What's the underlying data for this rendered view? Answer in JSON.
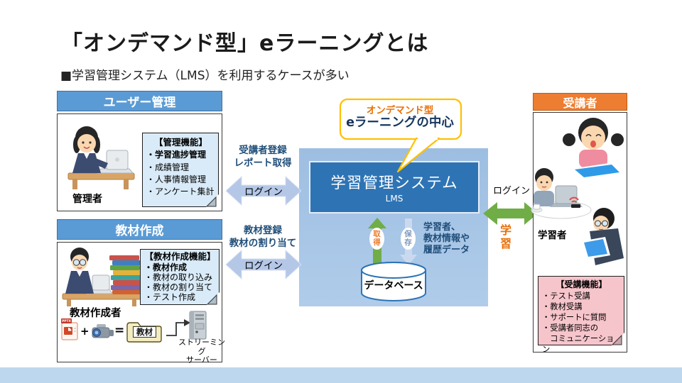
{
  "slide": {
    "title": "「オンデマンド型」eラーニングとは",
    "subtitle": "■学習管理システム（LMS）を利用するケースが多い"
  },
  "user_management": {
    "header": "ユーザー管理",
    "person_label": "管理者",
    "note_title": "【管理機能】",
    "note_items": [
      "・学習進捗管理",
      "・成績管理",
      "・人事情報管理",
      "・アンケート集計"
    ]
  },
  "content_creation": {
    "header": "教材作成",
    "person_label": "教材作成者",
    "note_title": "【教材作成機能】",
    "note_items": [
      "・教材作成",
      "・教材の取り込み",
      "・教材の割り当て",
      "・テスト作成"
    ],
    "file_badge": "PPTX",
    "plus_sign": "+",
    "equals_sign": "=",
    "folder_label": "教材",
    "server_label_line1": "ストリーミング",
    "server_label_line2": "サーバー"
  },
  "center": {
    "callout_line1": "オンデマンド型",
    "callout_line2": "eラーニングの中心",
    "lms_title": "学習管理システム",
    "lms_subtitle": "LMS",
    "fetch_label": "取得",
    "save_label": "保存",
    "data_desc_line1": "学習者、",
    "data_desc_line2": "教材情報や",
    "data_desc_line3": "履歴データ",
    "database_label": "データベース"
  },
  "connections": {
    "admin_label_line1": "受講者登録",
    "admin_label_line2": "レポート取得",
    "admin_center_text": "ログイン",
    "creator_label_line1": "教材登録",
    "creator_label_line2": "教材の割り当て",
    "creator_center_text": "ログイン",
    "learner_top_text": "ログイン",
    "learner_side_text": "学習"
  },
  "learners": {
    "header": "受講者",
    "person_label": "学習者",
    "note_title": "【受講機能】",
    "note_items": [
      "・テスト受講",
      "・教材受講",
      "・サポートに質問",
      "・受講者同志の",
      "　コミュニケーション"
    ]
  },
  "colors": {
    "panel_header_blue": "#5B9BD5",
    "panel_header_orange": "#ED7D31",
    "lms_fill": "#2E74B5",
    "center_panel": "#A7C4E4",
    "arrow_blue": "#B4C7E7",
    "arrow_green": "#70AD47",
    "callout_border": "#FFC000",
    "callout_orange_text": "#E8700A",
    "callout_navy_text": "#17365D",
    "label_navy": "#1F4E79",
    "note_blue": "#D9EBF8",
    "note_pink": "#F6C5CB",
    "footer_strip": "#BDD7EE"
  }
}
